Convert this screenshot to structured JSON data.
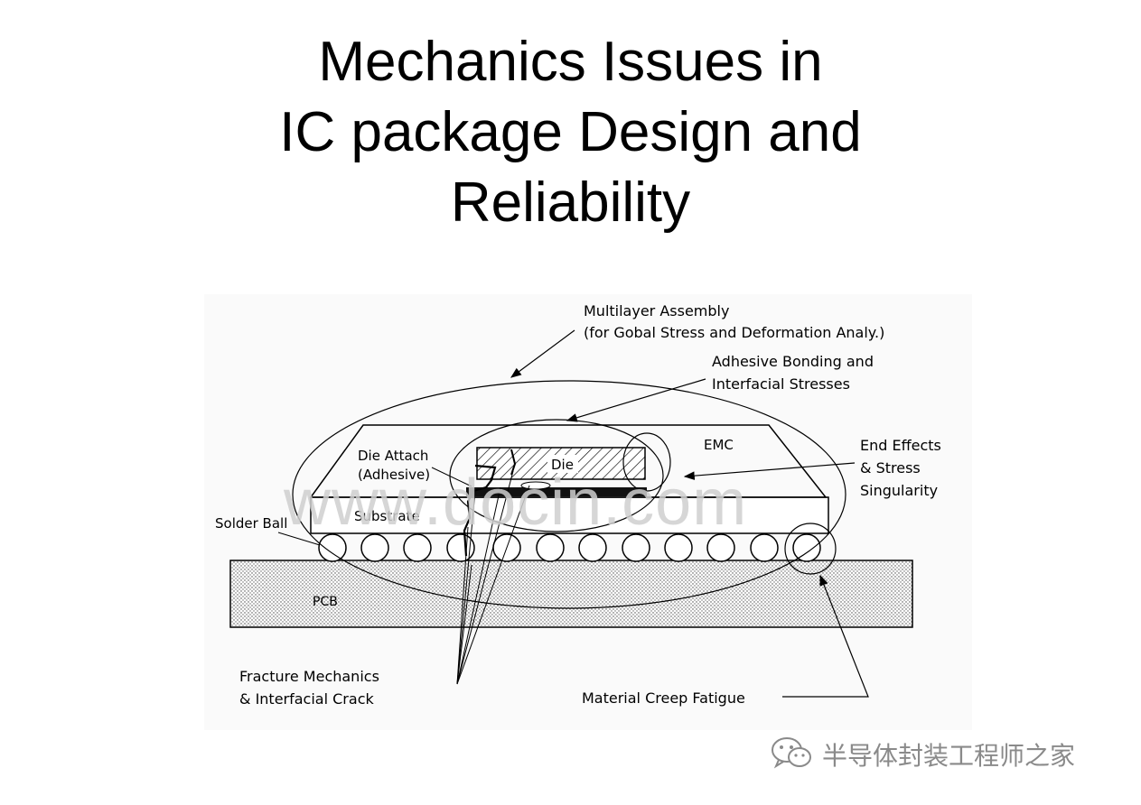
{
  "title": {
    "line1": "Mechanics Issues in",
    "line2": "IC package Design and",
    "line3": "Reliability"
  },
  "diagram": {
    "labels": {
      "multilayer_1": "Multilayer Assembly",
      "multilayer_2": "(for Gobal Stress and Deformation Analy.)",
      "adhesive_1": "Adhesive Bonding and",
      "adhesive_2": "Interfacial Stresses",
      "end_1": "End Effects",
      "end_2": "& Stress",
      "end_3": "Singularity",
      "emc": "EMC",
      "die": "Die",
      "die_attach_1": "Die Attach",
      "die_attach_2": "(Adhesive)",
      "substrate": "Substrate",
      "solder_ball": "Solder Ball",
      "pcb": "PCB",
      "fracture_1": "Fracture Mechanics",
      "fracture_2": "& Interfacial Crack",
      "creep": "Material Creep Fatigue"
    }
  },
  "watermark": "www.docin.com",
  "brand": {
    "text": "半导体封装工程师之家",
    "icon": "wechat-icon"
  },
  "colors": {
    "text": "#000000",
    "watermark": "#cfcfcf",
    "brand": "#8a8a8a"
  }
}
